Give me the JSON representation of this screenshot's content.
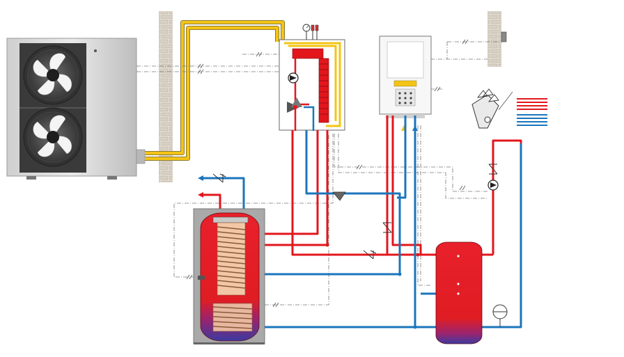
{
  "heat_pump": {
    "brand_text": "",
    "fan_count": 2
  },
  "colors": {
    "hot_water": "#e3161c",
    "cold_water": "#1b75bb",
    "refrigerant": "#f3c416",
    "tank_red": "#e01d23",
    "tank_blue": "#3b3aa0",
    "wall": "#d8d2c8",
    "cable": "#777777"
  },
  "components": [
    "outdoor-heat-pump-unit",
    "hydraulic-module",
    "wall-hung-boiler",
    "dhw-storage-tank",
    "buffer-tank",
    "underfloor-heating",
    "radiator-emitters"
  ],
  "icons": [
    "fan-icon",
    "pump-icon",
    "three-way-valve-icon",
    "check-valve-icon",
    "pressure-gauge-icon",
    "filter-icon",
    "outdoor-sensor-icon",
    "expansion-vessel-icon"
  ]
}
